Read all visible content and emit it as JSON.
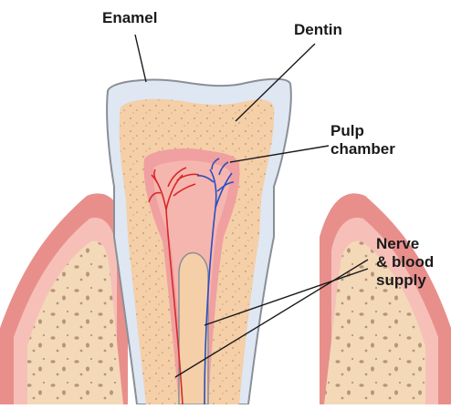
{
  "labels": {
    "enamel": "Enamel",
    "dentin": "Dentin",
    "pulp_line1": "Pulp",
    "pulp_line2": "chamber",
    "nerve_line1": "Nerve",
    "nerve_line2": "& blood",
    "nerve_line3": "supply"
  },
  "colors": {
    "enamel": "#dfe7f3",
    "enamel_edge": "#8b8f96",
    "dentin": "#f4cfa8",
    "pulp": "#f0a0a0",
    "gum_outer": "#e88f8c",
    "gum_inner": "#f6c0b8",
    "bone": "#f3d9b8",
    "bone_spots": "#c8a487",
    "nerve": "#d62a2a",
    "blood": "#2a4fbf",
    "leader": "#1a1a1a"
  }
}
